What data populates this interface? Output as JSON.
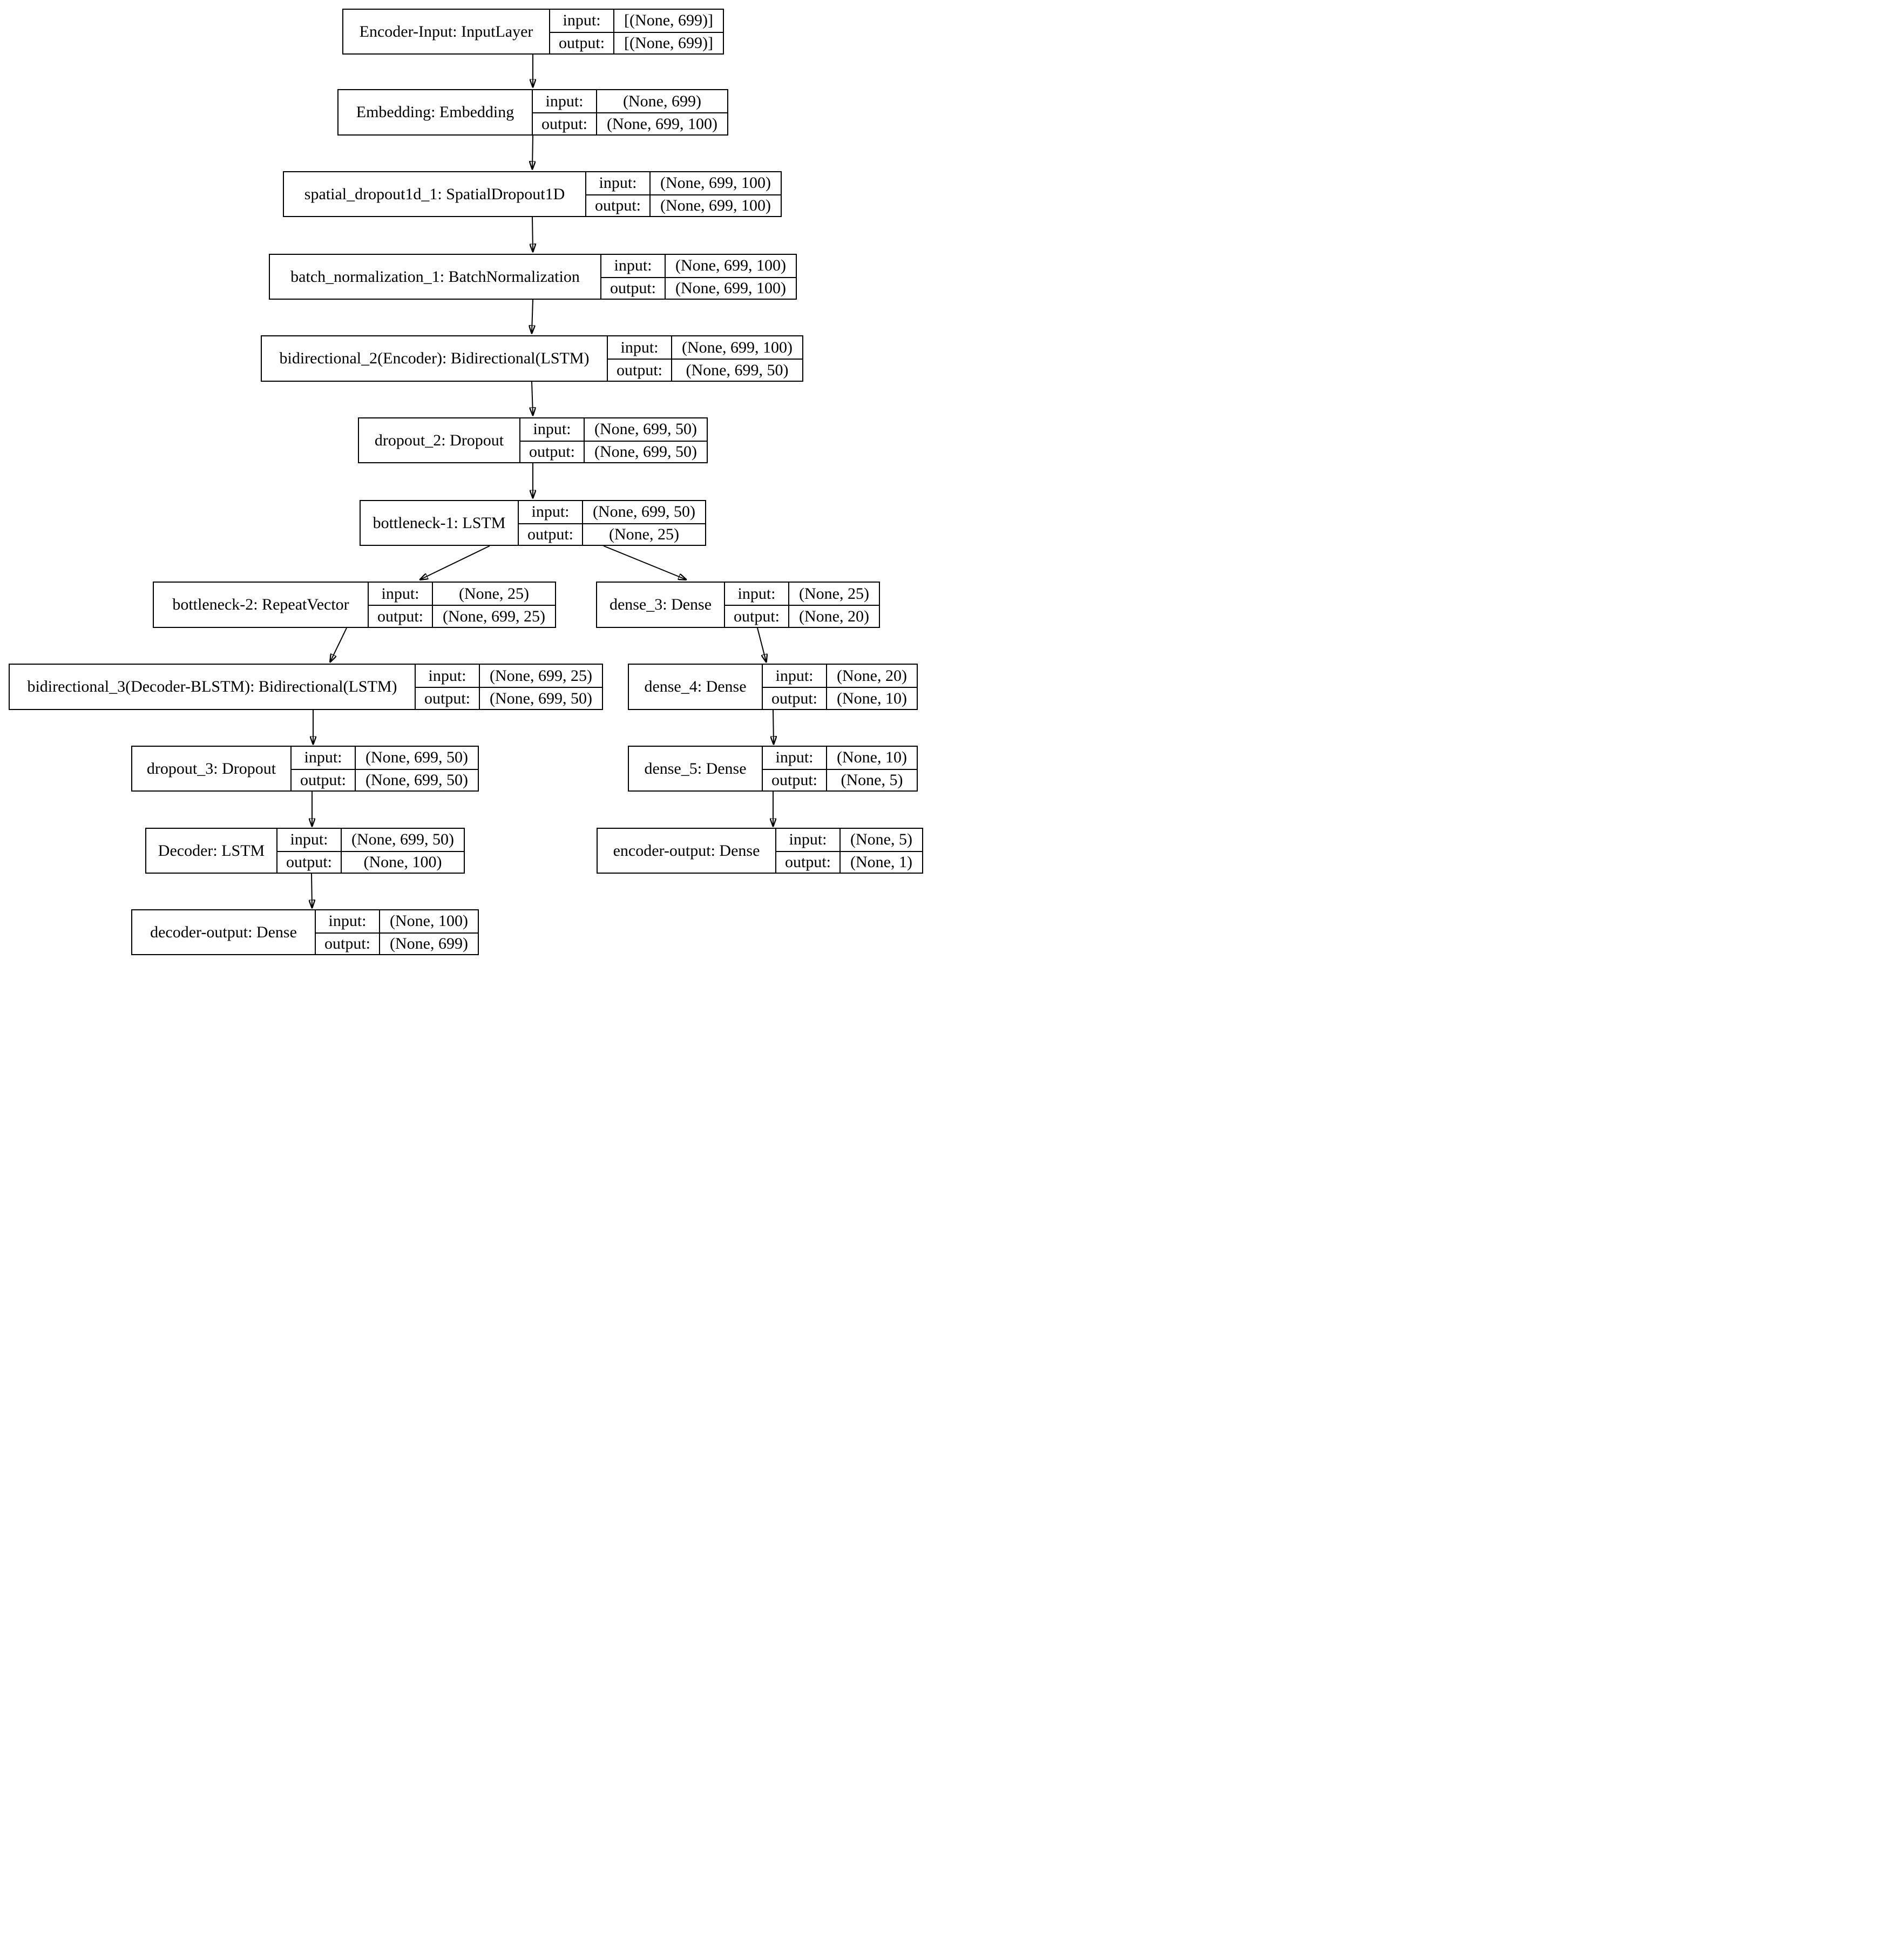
{
  "diagram": {
    "type": "keras-model-graph",
    "labels": {
      "input": "input:",
      "output": "output:"
    },
    "colors": {
      "line": "#000000",
      "background": "#ffffff",
      "box_fill": "#ffffff"
    },
    "nodes": [
      {
        "id": "encoder-input",
        "name": "Encoder-Input: InputLayer",
        "input_shape": "[(None, 699)]",
        "output_shape": "[(None, 699)]"
      },
      {
        "id": "embedding",
        "name": "Embedding: Embedding",
        "input_shape": "(None, 699)",
        "output_shape": "(None, 699, 100)"
      },
      {
        "id": "spatial-dropout1d-1",
        "name": "spatial_dropout1d_1: SpatialDropout1D",
        "input_shape": "(None, 699, 100)",
        "output_shape": "(None, 699, 100)"
      },
      {
        "id": "batch-normalization-1",
        "name": "batch_normalization_1: BatchNormalization",
        "input_shape": "(None, 699, 100)",
        "output_shape": "(None, 699, 100)"
      },
      {
        "id": "bidirectional-2-encoder",
        "name": "bidirectional_2(Encoder): Bidirectional(LSTM)",
        "input_shape": "(None, 699, 100)",
        "output_shape": "(None, 699, 50)"
      },
      {
        "id": "dropout-2",
        "name": "dropout_2: Dropout",
        "input_shape": "(None, 699, 50)",
        "output_shape": "(None, 699, 50)"
      },
      {
        "id": "bottleneck-1",
        "name": "bottleneck-1: LSTM",
        "input_shape": "(None, 699, 50)",
        "output_shape": "(None, 25)"
      },
      {
        "id": "bottleneck-2",
        "name": "bottleneck-2: RepeatVector",
        "input_shape": "(None, 25)",
        "output_shape": "(None, 699, 25)"
      },
      {
        "id": "dense-3",
        "name": "dense_3: Dense",
        "input_shape": "(None, 25)",
        "output_shape": "(None, 20)"
      },
      {
        "id": "bidirectional-3-decoder-blstm",
        "name": "bidirectional_3(Decoder-BLSTM): Bidirectional(LSTM)",
        "input_shape": "(None, 699, 25)",
        "output_shape": "(None, 699, 50)"
      },
      {
        "id": "dense-4",
        "name": "dense_4: Dense",
        "input_shape": "(None, 20)",
        "output_shape": "(None, 10)"
      },
      {
        "id": "dropout-3",
        "name": "dropout_3: Dropout",
        "input_shape": "(None, 699, 50)",
        "output_shape": "(None, 699, 50)"
      },
      {
        "id": "dense-5",
        "name": "dense_5: Dense",
        "input_shape": "(None, 10)",
        "output_shape": "(None, 5)"
      },
      {
        "id": "decoder",
        "name": "Decoder: LSTM",
        "input_shape": "(None, 699, 50)",
        "output_shape": "(None, 100)"
      },
      {
        "id": "encoder-output",
        "name": "encoder-output: Dense",
        "input_shape": "(None, 5)",
        "output_shape": "(None, 1)"
      },
      {
        "id": "decoder-output",
        "name": "decoder-output: Dense",
        "input_shape": "(None, 100)",
        "output_shape": "(None, 699)"
      }
    ],
    "edges": [
      [
        "encoder-input",
        "embedding"
      ],
      [
        "embedding",
        "spatial-dropout1d-1"
      ],
      [
        "spatial-dropout1d-1",
        "batch-normalization-1"
      ],
      [
        "batch-normalization-1",
        "bidirectional-2-encoder"
      ],
      [
        "bidirectional-2-encoder",
        "dropout-2"
      ],
      [
        "dropout-2",
        "bottleneck-1"
      ],
      [
        "bottleneck-1",
        "bottleneck-2"
      ],
      [
        "bottleneck-1",
        "dense-3"
      ],
      [
        "bottleneck-2",
        "bidirectional-3-decoder-blstm"
      ],
      [
        "dense-3",
        "dense-4"
      ],
      [
        "bidirectional-3-decoder-blstm",
        "dropout-3"
      ],
      [
        "dense-4",
        "dense-5"
      ],
      [
        "dropout-3",
        "decoder"
      ],
      [
        "dense-5",
        "encoder-output"
      ],
      [
        "decoder",
        "decoder-output"
      ],
      [
        "encoder-output",
        null
      ],
      [
        "decoder-output",
        null
      ]
    ]
  }
}
